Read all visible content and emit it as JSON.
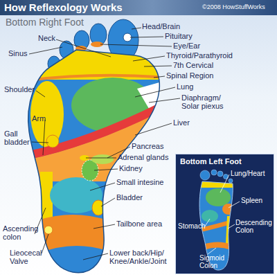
{
  "diagram": {
    "title": "How Reflexology Works",
    "nodes": [
      {
        "text": [
          "Bottom Left Foot"
        ]
      }
    ],
    "labels": [
      "©2008 HowStuffWorks",
      "Bottom Right Foot",
      "Head/Brain",
      "Pituitary",
      "Eye/Ear",
      "Thyroid/Parathyroid",
      "7th Cervical",
      "Spinal Region",
      "Lung",
      "Diaphragm/ Solar piexus",
      "Liver",
      "Pancreas",
      "Adrenal glands",
      "Kidney",
      "Small intesine",
      "Bladder",
      "Tailbone area",
      "Lower back/Hip/ Knee/Ankle/Joint",
      "Neck",
      "Sinus",
      "Shoulder",
      "Arm",
      "Gall bladder",
      "Ascending colon",
      "Lieocecal Valve",
      "Lung/Heart",
      "Spleen",
      "Stomach",
      "Descending Colon",
      "Sigmoid Colon"
    ]
  }
}
